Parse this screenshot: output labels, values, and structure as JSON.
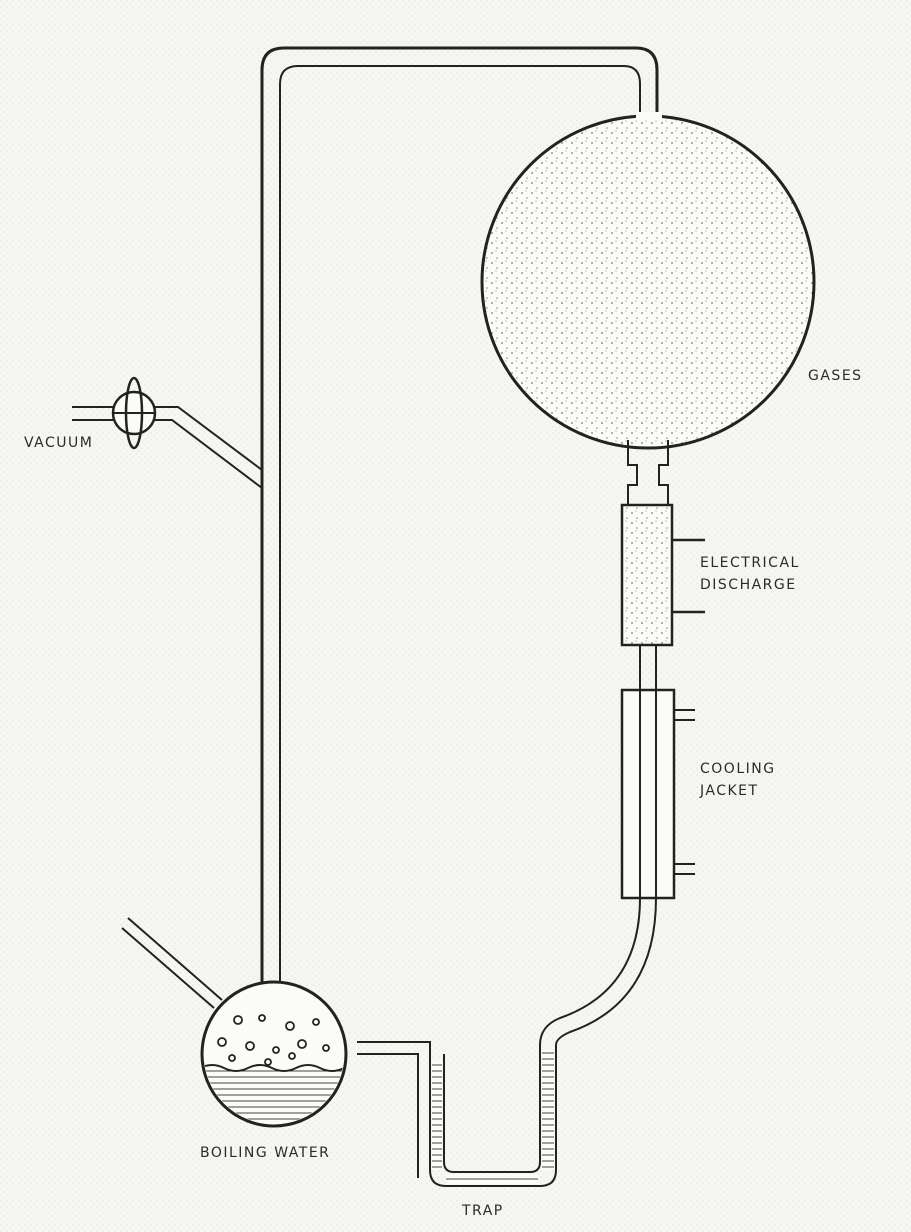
{
  "labels": {
    "vacuum": "VACUUM",
    "gases": "GASES",
    "electrical_1": "ELECTRICAL",
    "electrical_2": "DISCHARGE",
    "cooling_1": "COOLING",
    "cooling_2": "JACKET",
    "boiling_water": "BOILING WATER",
    "trap": "TRAP"
  },
  "colors": {
    "background": "#f6f6f3",
    "ink": "#222222",
    "fill": "#ffffff"
  }
}
